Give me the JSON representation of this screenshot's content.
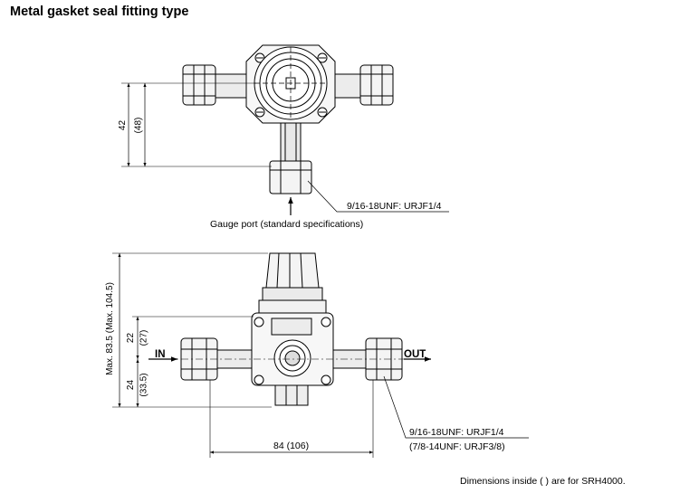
{
  "title": "Metal gasket seal fitting type",
  "top_view": {
    "dim_42": "42",
    "dim_48": "(48)",
    "gauge_thread": "9/16-18UNF: URJF1/4",
    "gauge_port": "Gauge port (standard specifications)"
  },
  "front_view": {
    "dim_max": "Max. 83.5 (Max. 104.5)",
    "dim_22": "22",
    "dim_27": "(27)",
    "dim_24": "24",
    "dim_33_5": "(33.5)",
    "in_label": "IN",
    "out_label": "OUT",
    "dim_84": "84 (106)",
    "thread_1": "9/16-18UNF: URJF1/4",
    "thread_2": "(7/8-14UNF: URJF3/8)"
  },
  "footnote": "Dimensions inside ( ) are for SRH4000."
}
